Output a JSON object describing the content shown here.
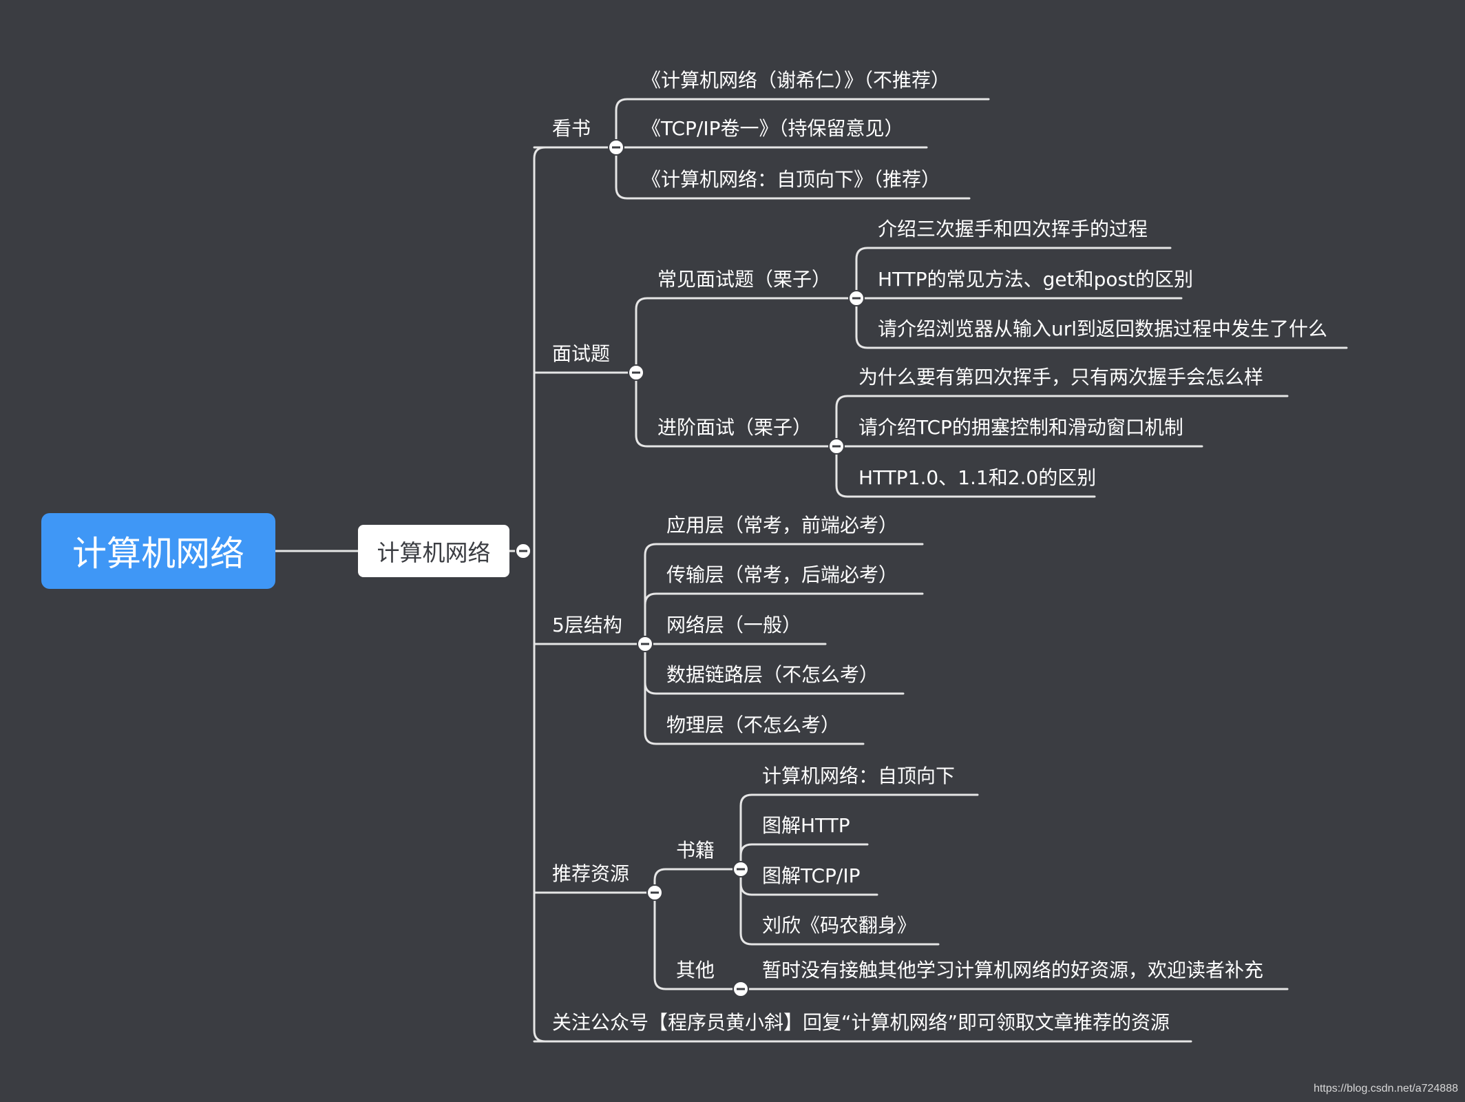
{
  "root": "计算机网络",
  "main": "计算机网络",
  "branches": {
    "books": {
      "label": "看书",
      "items": [
        "《计算机网络（谢希仁）》（不推荐）",
        "《TCP/IP卷一》（持保留意见）",
        "《计算机网络：自顶向下》（推荐）"
      ]
    },
    "interview": {
      "label": "面试题",
      "common": {
        "label": "常见面试题（栗子）",
        "items": [
          "介绍三次握手和四次挥手的过程",
          "HTTP的常见方法、get和post的区别",
          "请介绍浏览器从输入url到返回数据过程中发生了什么"
        ]
      },
      "advanced": {
        "label": "进阶面试（栗子）",
        "items": [
          "为什么要有第四次挥手，只有两次握手会怎么样",
          "请介绍TCP的拥塞控制和滑动窗口机制",
          "HTTP1.0、1.1和2.0的区别"
        ]
      }
    },
    "layers": {
      "label": "5层结构",
      "items": [
        "应用层（常考，前端必考）",
        "传输层（常考，后端必考）",
        "网络层（一般）",
        "数据链路层（不怎么考）",
        "物理层（不怎么考）"
      ]
    },
    "resources": {
      "label": "推荐资源",
      "books": {
        "label": "书籍",
        "items": [
          "计算机网络：自顶向下",
          "图解HTTP",
          "图解TCP/IP",
          "刘欣《码农翻身》"
        ]
      },
      "other": {
        "label": "其他",
        "items": [
          "暂时没有接触其他学习计算机网络的好资源，欢迎读者补充"
        ]
      }
    },
    "follow": {
      "label": "关注公众号【程序员黄小斜】回复“计算机网络”即可领取文章推荐的资源"
    }
  },
  "watermark": "https://blog.csdn.net/a724888",
  "colors": {
    "background": "#3b3d42",
    "root_fill": "#3f97f6",
    "main_fill": "#ffffff",
    "line": "#e6e6e6",
    "text": "#ffffff"
  }
}
